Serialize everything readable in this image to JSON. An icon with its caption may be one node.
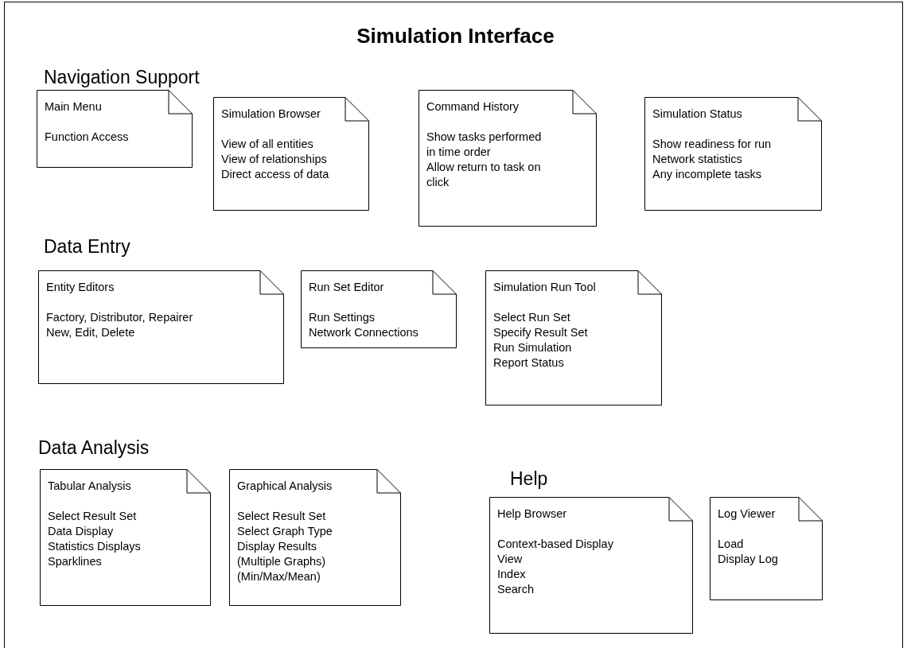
{
  "diagram": {
    "title": "Simulation Interface",
    "nodes": [
      {
        "text": [
          "Main Menu",
          "Function Access"
        ]
      },
      {
        "text": [
          "Simulation Browser",
          "View of all entities",
          "View of relationships",
          "Direct access of data"
        ]
      },
      {
        "text": [
          "Command History",
          "Show tasks performed in time order",
          "Allow return to task on click"
        ]
      },
      {
        "text": [
          "Simulation Status",
          "Show readiness for run",
          "Network statistics",
          "Any incomplete tasks"
        ]
      },
      {
        "text": [
          "Entity Editors",
          "Factory, Distributor, Repairer",
          "New, Edit, Delete"
        ]
      },
      {
        "text": [
          "Run Set Editor",
          "Run Settings",
          "Network Connections"
        ]
      },
      {
        "text": [
          "Simulation Run Tool",
          "Select Run Set",
          "Specify Result Set",
          "Run Simulation",
          "Report Status"
        ]
      },
      {
        "text": [
          "Tabular Analysis",
          "Select Result Set",
          "Data Display",
          "Statistics Displays",
          "Sparklines"
        ]
      },
      {
        "text": [
          "Graphical Analysis",
          "Select Result Set",
          "Select Graph Type",
          "Display Results",
          "(Multiple Graphs)",
          "(Min/Max/Mean)"
        ]
      },
      {
        "text": [
          "Help Browser",
          "Context-based Display",
          "View",
          "Index",
          "Search"
        ]
      },
      {
        "text": [
          "Log Viewer",
          "Load",
          "Display Log"
        ]
      }
    ],
    "labels": [
      "Navigation Support",
      "Data Entry",
      "Data Analysis",
      "Help"
    ]
  }
}
